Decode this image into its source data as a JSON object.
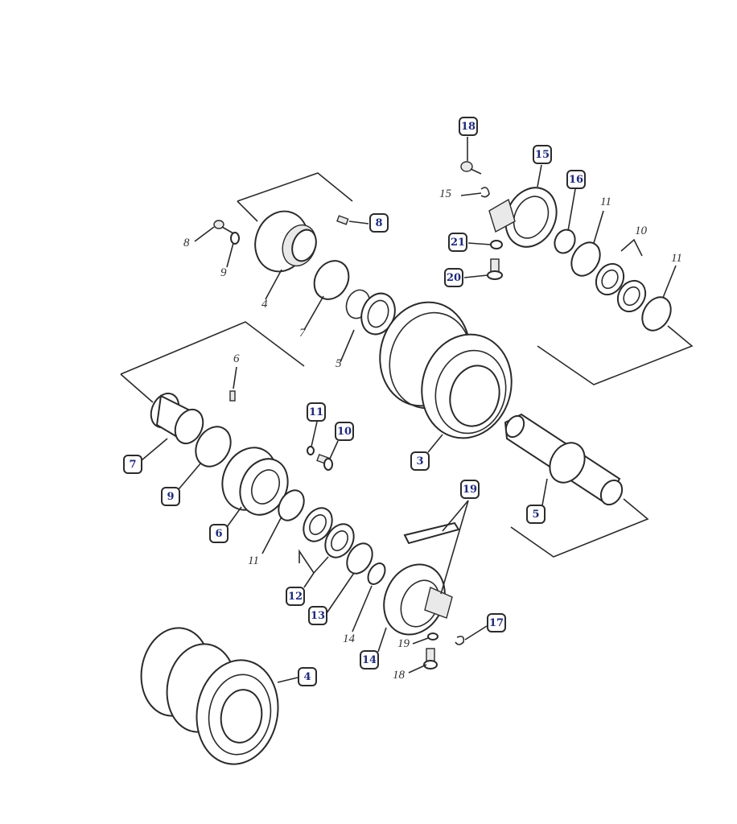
{
  "callouts": {
    "c18_top": "18",
    "c15": "15",
    "c16": "16",
    "c8": "8",
    "c21": "21",
    "c20": "20",
    "c11_mid": "11",
    "c10": "10",
    "c7": "7",
    "c3": "3",
    "c9": "9",
    "c19": "19",
    "c6": "6",
    "c5": "5",
    "c12": "12",
    "c13": "13",
    "c17": "17",
    "c14": "14",
    "c4": "4"
  },
  "plain_labels": {
    "p15": "15",
    "p11_a": "11",
    "p10": "10",
    "p11_b": "11",
    "p8": "8",
    "p9": "9",
    "p4": "4",
    "p7": "7",
    "p5": "5",
    "p6": "6",
    "p11_c": "11",
    "p14": "14",
    "p19": "19",
    "p18": "18"
  },
  "colors": {
    "callout_text": "#1f2a7a",
    "line": "#2a2a2a"
  }
}
